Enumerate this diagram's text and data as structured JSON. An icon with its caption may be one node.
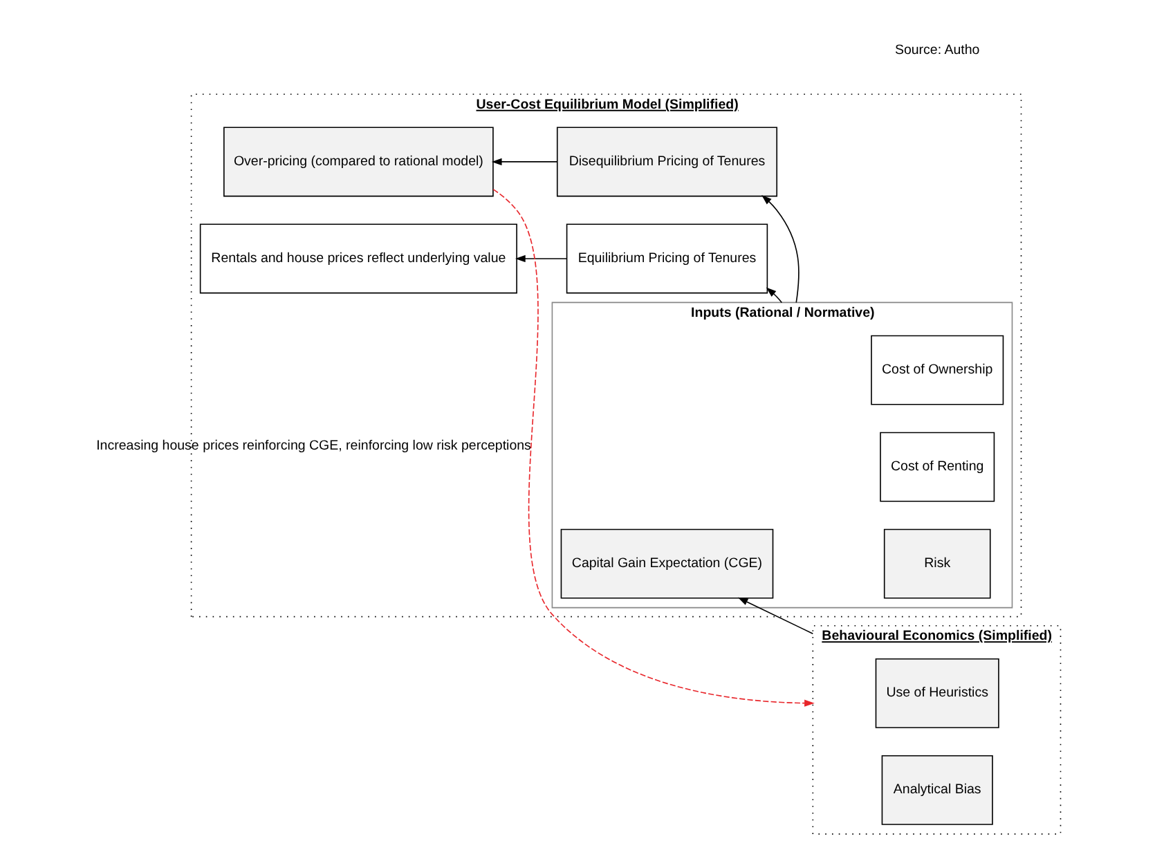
{
  "diagram": {
    "nodes": [
      {
        "text": [
          "User-Cost Equilibrium Model (Simplified)"
        ]
      },
      {
        "text": [
          "Inputs (Rational / Normative)"
        ],
        "in": 0
      },
      {
        "text": [
          "Cost of Ownership"
        ],
        "in": 1
      },
      {
        "text": [
          "Cost of Renting"
        ],
        "in": 1
      },
      {
        "text": [
          "Capital Gain Expectation (CGE)"
        ],
        "in": 1
      },
      {
        "text": [
          "Risk"
        ],
        "in": 1
      },
      {
        "text": [
          "Rentals and house prices reflect underlying value"
        ],
        "in": 0
      },
      {
        "text": [
          "Equilibrium Pricing of Tenures"
        ],
        "in": 0
      },
      {
        "text": [
          "Over-pricing (compared to rational model)"
        ],
        "in": 0
      },
      {
        "text": [
          "Disequilibrium Pricing of Tenures"
        ],
        "in": 0
      },
      {
        "text": [
          "Behavioural Economics (Simplified)"
        ]
      },
      {
        "text": [
          "Use of Heuristics"
        ],
        "in": 10
      },
      {
        "text": [
          "Analytical Bias"
        ],
        "in": 10
      }
    ],
    "edges": [
      {
        "from": 1,
        "to": 7,
        "arrow": "to"
      },
      {
        "from": 7,
        "to": 6,
        "arrow": "to"
      },
      {
        "from": 1,
        "to": 9,
        "arrow": "to"
      },
      {
        "from": 9,
        "to": 8,
        "arrow": "to"
      },
      {
        "from": 10,
        "to": 4,
        "arrow": "to"
      },
      {
        "from": 8,
        "to": 10,
        "arrow": "to",
        "label": "Increasing house prices reinforcing CGE, reinforcing low risk perceptions",
        "style": "dashed",
        "color": "#e8262b"
      }
    ],
    "labels": [
      "Source: Autho"
    ]
  }
}
